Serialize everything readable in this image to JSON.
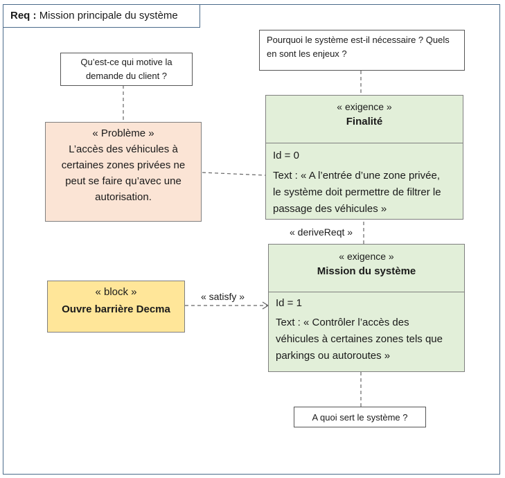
{
  "frame": {
    "kind": "Req",
    "title": "Mission principale du système"
  },
  "notes": {
    "motivation": "Qu’est-ce qui motive la demande du client ?",
    "necessity_line1": "Pourquoi le système est-il nécessaire ? Quels",
    "necessity_line2": "en sont les enjeux ?",
    "purpose": "A quoi sert le système ?"
  },
  "problem": {
    "stereotype": "« Problème »",
    "lines": [
      "L’accès des véhicules à",
      "certaines zones privées ne",
      "peut se faire qu’avec une",
      "autorisation."
    ]
  },
  "finalite": {
    "stereotype": "« exigence »",
    "name": "Finalité",
    "id": "Id = 0",
    "text": [
      "Text : « A l’entrée d’une zone privée,",
      "le système doit permettre de filtrer le",
      "passage des véhicules »"
    ]
  },
  "mission": {
    "stereotype": "« exigence »",
    "name": "Mission du système",
    "id": "Id = 1",
    "text": [
      "Text : « Contrôler l’accès des",
      "véhicules à certaines zones tels que",
      "parkings ou autoroutes »"
    ]
  },
  "block": {
    "stereotype": "« block »",
    "name": "Ouvre barrière Decma"
  },
  "relations": {
    "derive": "« deriveReqt »",
    "satisfy": "« satisfy »"
  }
}
